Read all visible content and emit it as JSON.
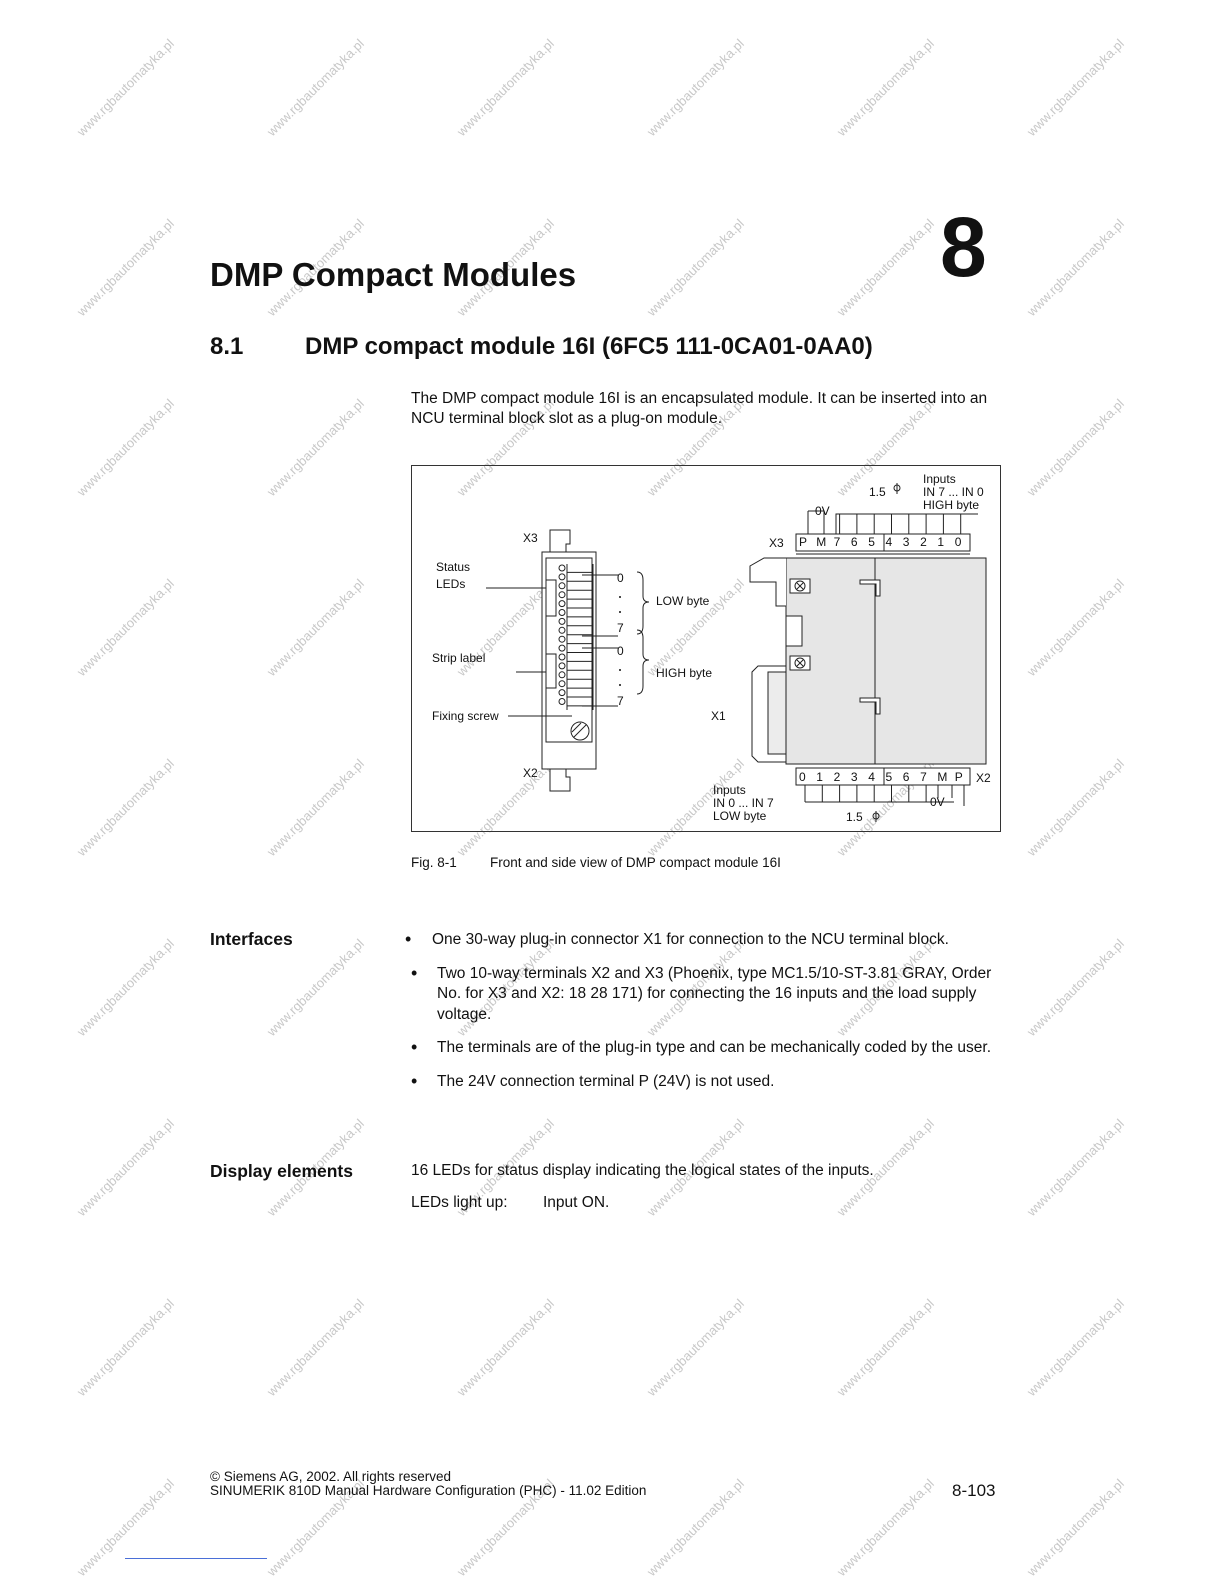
{
  "chapter": {
    "number": "8",
    "title": "DMP Compact Modules"
  },
  "section": {
    "number": "8.1",
    "title": "DMP compact module 16I (6FC5 111-0CA01-0AA0)"
  },
  "intro": "The DMP compact module 16I is an encapsulated module. It can be inserted into an NCU terminal block slot as a plug-on module.",
  "figure": {
    "caption_number": "Fig. 8-1",
    "caption_text": "Front and side view of DMP compact module 16I",
    "labels": {
      "x3_front": "X3",
      "x2_front": "X2",
      "status_leds_1": "Status",
      "status_leds_2": "LEDs",
      "strip_label": "Strip label",
      "fixing_screw": "Fixing screw",
      "low_byte": "LOW byte",
      "high_byte": "HIGH byte",
      "bit_0": "0",
      "bit_7": "7",
      "x1": "X1",
      "x3_side": "X3",
      "x2_side": "X2",
      "top_wire": "1.5",
      "top_0v": "0V",
      "top_inputs_1": "Inputs",
      "top_inputs_2": "IN 7 ... IN 0",
      "top_inputs_3": "HIGH byte",
      "bottom_inputs_1": "Inputs",
      "bottom_inputs_2": "IN 0 ... IN 7",
      "bottom_inputs_3": "LOW byte",
      "bottom_wire": "1.5",
      "bottom_0v": "0V"
    },
    "x3_terminals": [
      "P",
      "M",
      "7",
      "6",
      "5",
      "4",
      "3",
      "2",
      "1",
      "0"
    ],
    "x2_terminals": [
      "0",
      "1",
      "2",
      "3",
      "4",
      "5",
      "6",
      "7",
      "M",
      "P"
    ]
  },
  "interfaces": {
    "heading": "Interfaces",
    "items": [
      "One 30-way plug-in connector X1 for connection to the NCU terminal block.",
      "Two 10-way terminals X2 and X3 (Phoenix, type MC1.5/10-ST-3.81 GRAY, Order No. for X3 and X2: 18 28 171) for connecting the 16 inputs and the load supply voltage.",
      "The terminals are of the plug-in type and can be mechanically coded by the user.",
      "The 24V connection terminal P (24V) is not used."
    ]
  },
  "display": {
    "heading": "Display elements",
    "text": "16 LEDs for status display indicating the logical states of the inputs.",
    "leds_label": "LEDs light up:",
    "leds_value": "Input ON."
  },
  "footer": {
    "copyright": "© Siemens AG, 2002. All rights reserved",
    "manual": "SINUMERIK 810D Manual Hardware Configuration (PHC) - 11.02 Edition",
    "page": "8-103"
  },
  "watermark": "www.rgbautomatyka.pl"
}
